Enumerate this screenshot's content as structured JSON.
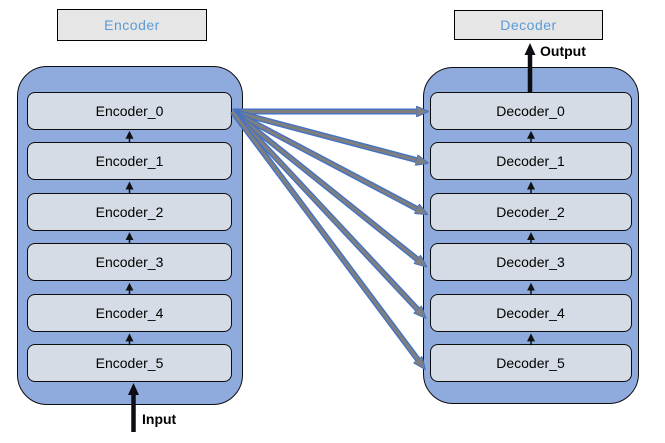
{
  "encoder": {
    "title": "Encoder",
    "blocks": [
      "Encoder_0",
      "Encoder_1",
      "Encoder_2",
      "Encoder_3",
      "Encoder_4",
      "Encoder_5"
    ]
  },
  "decoder": {
    "title": "Decoder",
    "blocks": [
      "Decoder_0",
      "Decoder_1",
      "Decoder_2",
      "Decoder_3",
      "Decoder_4",
      "Decoder_5"
    ]
  },
  "labels": {
    "input": "Input",
    "output": "Output"
  },
  "colors": {
    "container_fill": "#8FAADC",
    "block_fill": "#D6DCE5",
    "title_box_fill": "#E7E6E6",
    "title_text": "#5B9BD5",
    "fan_arrow_core": "#7F7F7F",
    "fan_arrow_edge": "#4472C4",
    "connector_arrow": "#000000",
    "background": "#FFFFFF"
  }
}
